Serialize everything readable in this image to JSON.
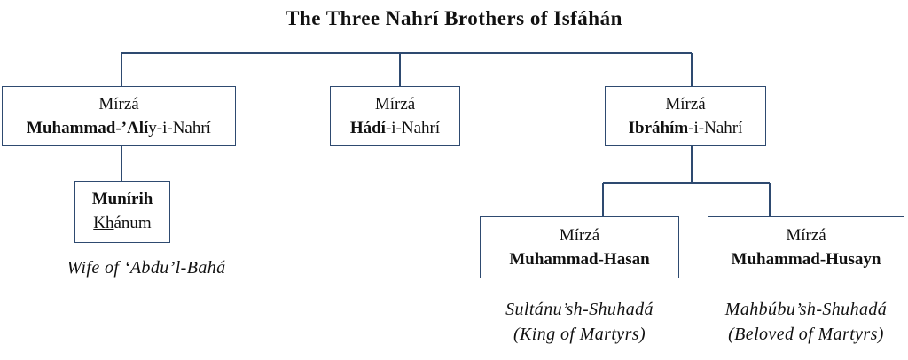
{
  "title": "The Three Nahrí Brothers of Isfáhán",
  "people": {
    "muhammad_ali": {
      "prefix": "Mírzá",
      "name_bold": "Muhammad-’Alí",
      "name_rest": "y-i-Nahrí"
    },
    "hadi": {
      "prefix": "Mírzá",
      "name_bold": "Hádí",
      "name_rest": "-i-Nahrí"
    },
    "ibrahim": {
      "prefix": "Mírzá",
      "name_bold": "Ibráhím",
      "name_rest": "-i-Nahrí"
    },
    "munirih": {
      "name_bold": "Munírih",
      "name_underlined": "Kh",
      "name_rest": "ánum"
    },
    "hasan": {
      "prefix": "Mírzá",
      "name_bold": "Muhammad-Hasan"
    },
    "husayn": {
      "prefix": "Mírzá",
      "name_bold": "Muhammad-Husayn"
    }
  },
  "notes": {
    "munirih": "Wife of ‘Abdu’l-Bahá",
    "hasan_line1": "Sultánu’sh-Shuhadá",
    "hasan_line2": "(King of Martyrs)",
    "husayn_line1": "Mahbúbu’sh-Shuhadá",
    "husayn_line2": "(Beloved of Martyrs)"
  }
}
